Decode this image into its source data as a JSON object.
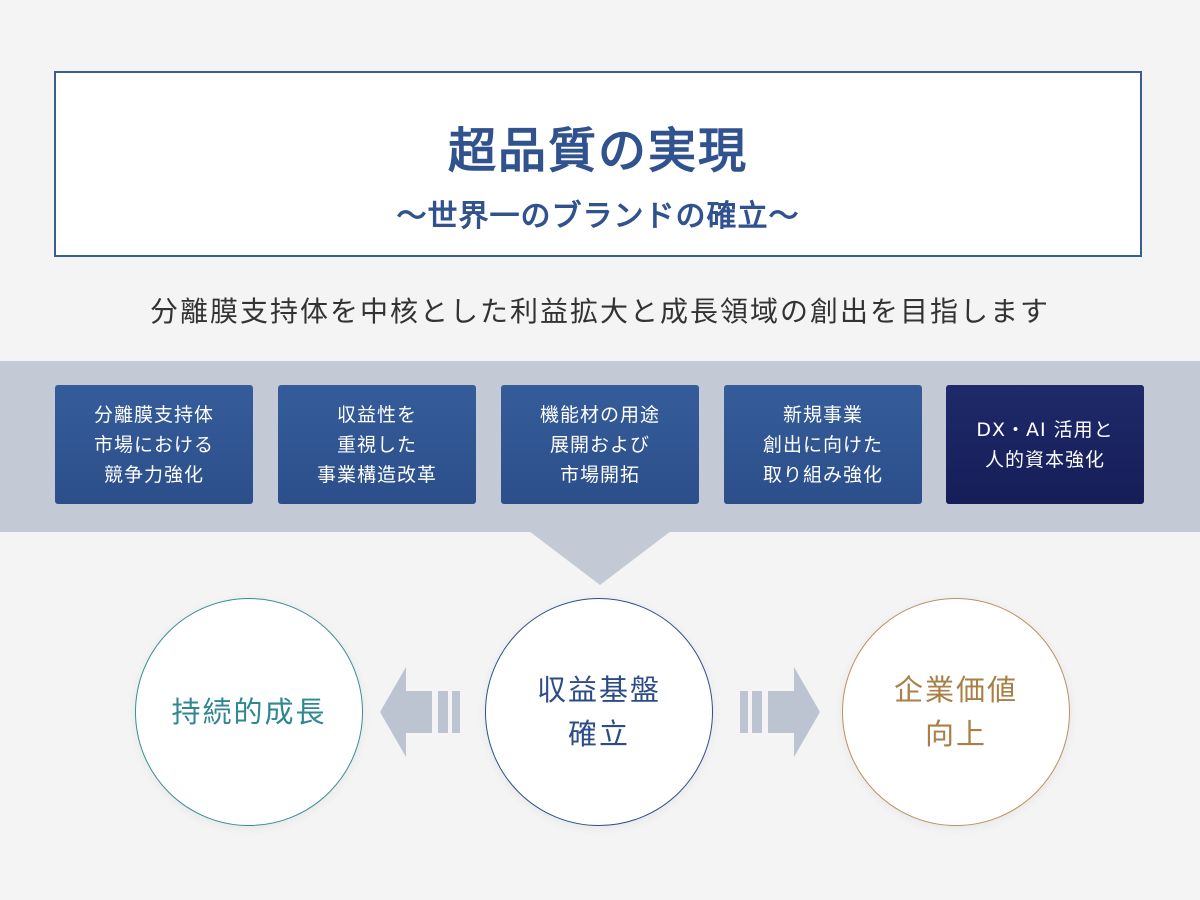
{
  "header": {
    "title": "超品質の実現",
    "subtitle": "〜世界一のブランドの確立〜"
  },
  "tagline": "分離膜支持体を中核とした利益拡大と成長領域の創出を目指します",
  "initiatives": [
    {
      "label": "分離膜支持体\n市場における\n競争力強化"
    },
    {
      "label": "収益性を\n重視した\n事業構造改革"
    },
    {
      "label": "機能材の用途\n展開および\n市場開拓"
    },
    {
      "label": "新規事業\n創出に向けた\n取り組み強化"
    },
    {
      "label": "DX・AI 活用と\n人的資本強化"
    }
  ],
  "outcomes": {
    "left": "持続的成長",
    "center": "収益基盤\n確立",
    "right": "企業価値\n向上"
  },
  "colors": {
    "title_blue": "#30528e",
    "band_gray": "#c3c9d5",
    "card_blue": "#30558f",
    "card_navy": "#1b235f",
    "teal": "#2f8790",
    "gold": "#a97f48",
    "arrow_gray": "#bcc4d2"
  }
}
